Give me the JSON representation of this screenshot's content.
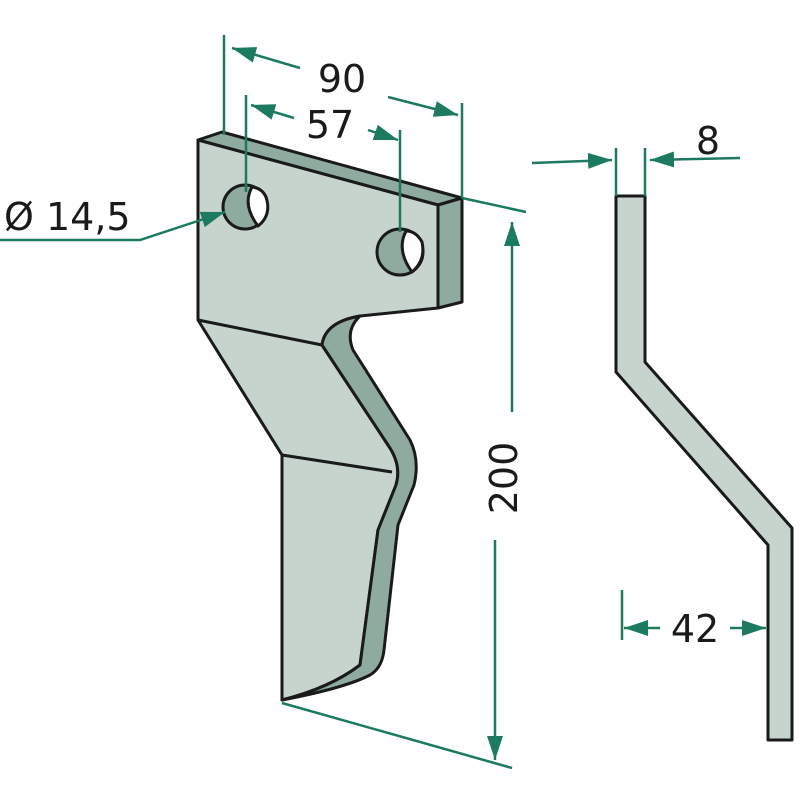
{
  "colors": {
    "face": "#c6d4cd",
    "edge": "#8fab9f",
    "dim_line": "#1b7a5f",
    "outline": "#1a1a1a"
  },
  "dimensions": {
    "width_total": "90",
    "hole_spacing": "57",
    "hole_diameter": "Ø 14,5",
    "thickness": "8",
    "height": "200",
    "offset": "42"
  }
}
